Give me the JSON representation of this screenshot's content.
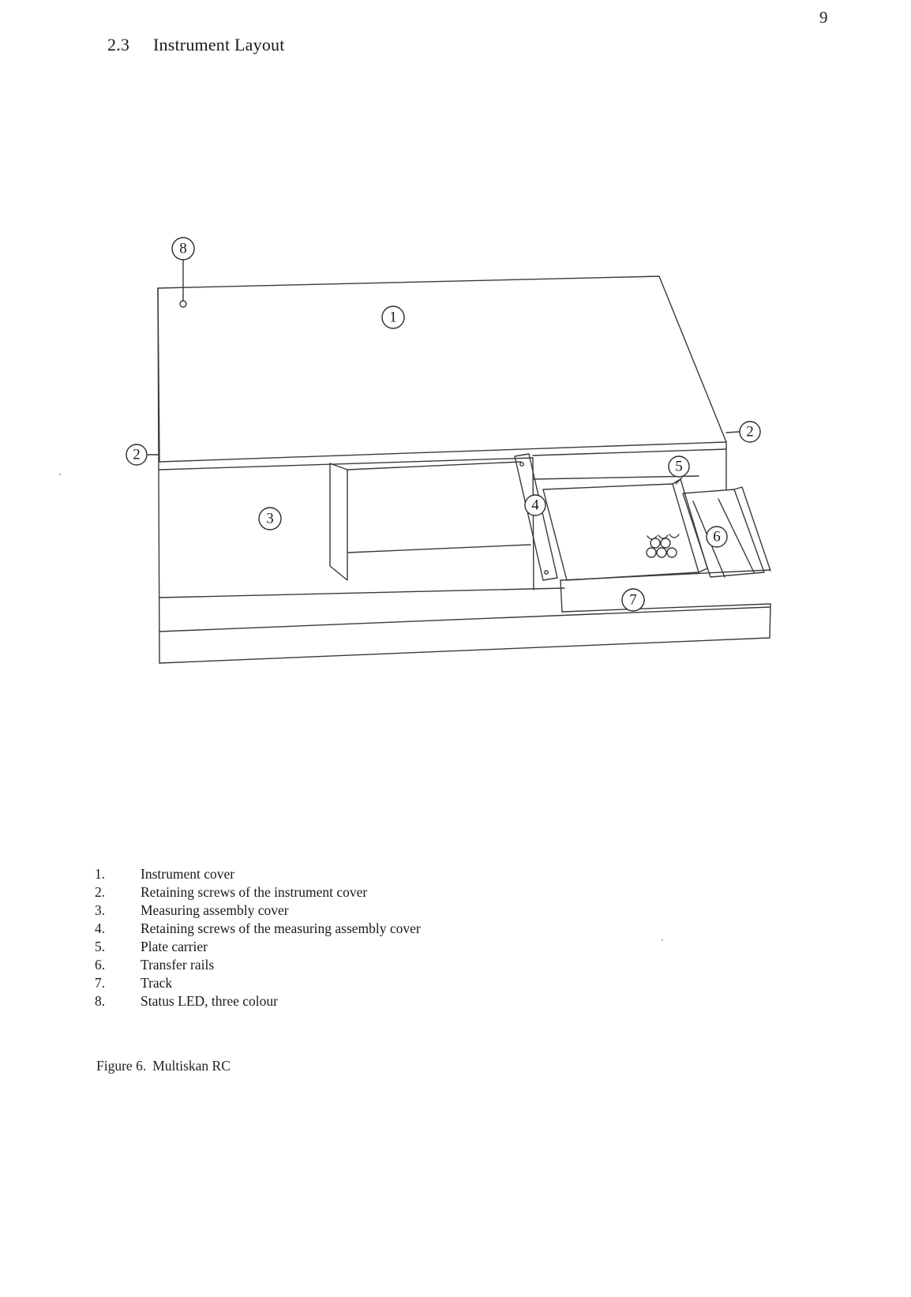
{
  "page": {
    "number": "9"
  },
  "heading": {
    "section": "2.3",
    "title": "Instrument Layout"
  },
  "figure": {
    "callouts": [
      "1",
      "2",
      "3",
      "4",
      "5",
      "6",
      "7",
      "8"
    ]
  },
  "legend": [
    {
      "num": "1.",
      "text": "Instrument cover"
    },
    {
      "num": "2.",
      "text": "Retaining screws of the instrument cover"
    },
    {
      "num": "3.",
      "text": "Measuring assembly cover"
    },
    {
      "num": "4.",
      "text": "Retaining screws of the measuring assembly cover"
    },
    {
      "num": "5.",
      "text": "Plate carrier"
    },
    {
      "num": "6.",
      "text": "Transfer rails"
    },
    {
      "num": "7.",
      "text": "Track"
    },
    {
      "num": "8.",
      "text": "Status LED, three colour"
    }
  ],
  "caption": {
    "label": "Figure 6.",
    "text": "Multiskan RC"
  }
}
